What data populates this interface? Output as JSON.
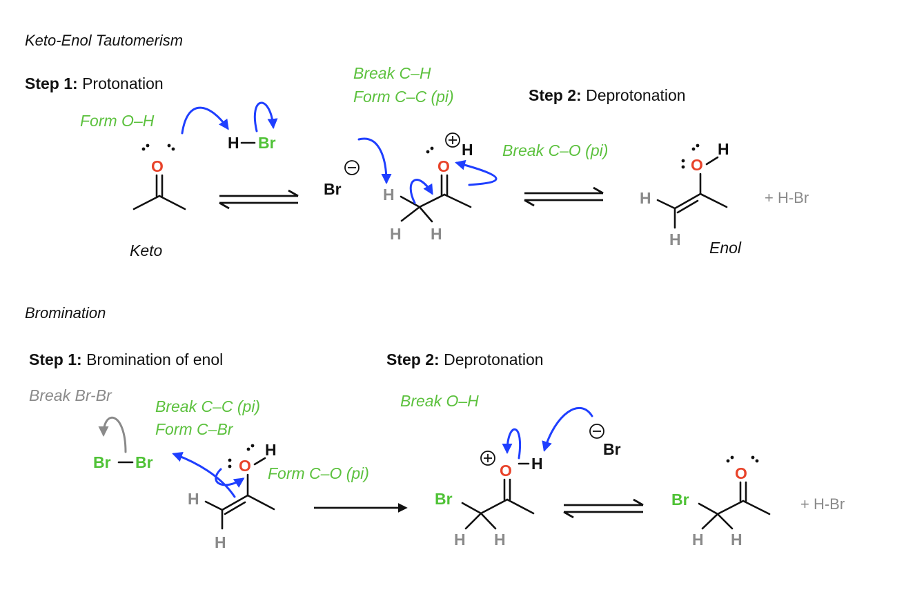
{
  "colors": {
    "oxygen": "#e8432a",
    "bromine": "#4fc236",
    "note": "#5cc13e",
    "hydrogen_gray": "#8a8a8a",
    "arrow_blue": "#1f3fff",
    "text": "#111111"
  },
  "keto_enol": {
    "title": "Keto-Enol Tautomerism",
    "step1": {
      "bold": "Step 1:",
      "text": " Protonation"
    },
    "step2": {
      "bold": "Step 2:",
      "text": " Deprotonation"
    },
    "notes": {
      "form_oh": "Form O–H",
      "break_ch": "Break C–H",
      "form_cc_pi": "Form C–C (pi)",
      "break_co_pi": "Break C–O (pi)"
    },
    "keto_label": "Keto",
    "enol_label": "Enol",
    "byproduct": "+ H-Br"
  },
  "bromination": {
    "title": "Bromination",
    "step1": {
      "bold": "Step 1:",
      "text": " Bromination of enol"
    },
    "step2": {
      "bold": "Step 2:",
      "text": " Deprotonation"
    },
    "notes": {
      "break_brbr": "Break Br-Br",
      "break_cc_pi": "Break C–C (pi)",
      "form_cbr": "Form C–Br",
      "form_co_pi": "Form C–O (pi)",
      "break_oh": "Break O–H"
    },
    "byproduct": "+ H-Br"
  },
  "atoms": {
    "O": "O",
    "H": "H",
    "Br": "Br",
    "bond_dash": "–",
    "plus": "+",
    "minus": "−"
  }
}
